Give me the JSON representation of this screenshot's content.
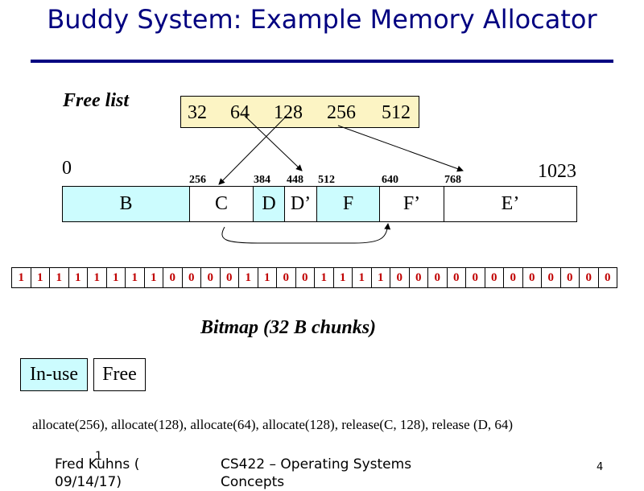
{
  "title": "Buddy System: Example Memory Allocator",
  "free_list": {
    "label": "Free list",
    "sizes": [
      "32",
      "64",
      "128",
      "256",
      "512"
    ]
  },
  "memory": {
    "start": "0",
    "end": "1023",
    "offsets": [
      "256",
      "384",
      "448",
      "512",
      "640",
      "768"
    ],
    "blocks": [
      {
        "label": "B",
        "state": "in-use"
      },
      {
        "label": "C",
        "state": "free"
      },
      {
        "label": "D",
        "state": "in-use"
      },
      {
        "label": "D’",
        "state": "free"
      },
      {
        "label": "F",
        "state": "in-use"
      },
      {
        "label": "F’",
        "state": "free"
      },
      {
        "label": "E’",
        "state": "free"
      }
    ]
  },
  "bitmap": {
    "bits": [
      "1",
      "1",
      "1",
      "1",
      "1",
      "1",
      "1",
      "1",
      "0",
      "0",
      "0",
      "0",
      "1",
      "1",
      "0",
      "0",
      "1",
      "1",
      "1",
      "1",
      "0",
      "0",
      "0",
      "0",
      "0",
      "0",
      "0",
      "0",
      "0",
      "0",
      "0",
      "0"
    ],
    "caption": "Bitmap (32 B chunks)"
  },
  "legend": {
    "in_use": "In-use",
    "free": "Free"
  },
  "operations": "allocate(256), allocate(128), allocate(64), allocate(128), release(C, 128), release (D, 64)",
  "footer": {
    "author_line1": "Fred Kuhns (",
    "author_line2": "09/14/17)",
    "course_line1": "CS422 – Operating Systems",
    "course_line2": "Concepts",
    "page": "4"
  },
  "colors": {
    "in_use": "#ccfcfe",
    "free": "#ffffff",
    "free_list_bg": "#fcf4c4",
    "title": "#000080",
    "bits": "#c00000"
  }
}
